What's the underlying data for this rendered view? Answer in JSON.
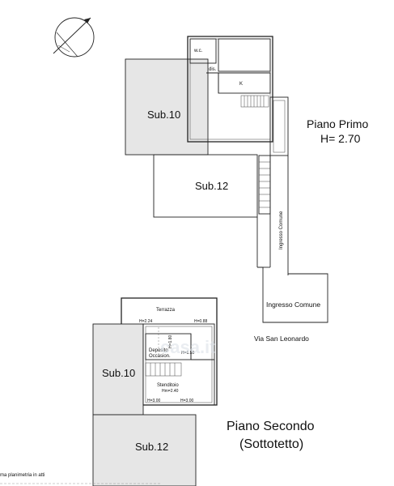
{
  "floor1": {
    "title_line1": "Piano Primo",
    "title_line2": "H= 2.70",
    "rooms": {
      "sub10": "Sub.10",
      "sub12": "Sub.12",
      "wc": "w.c.",
      "dis": "dis.",
      "k": "K"
    },
    "ingresso_vertical": "Ingresso Comune",
    "ingresso_box": "Ingresso Comune",
    "street": "Via San  Leonardo"
  },
  "floor2": {
    "title_line1": "Piano Secondo",
    "title_line2": "(Sottotetto)",
    "rooms": {
      "sub10": "Sub.10",
      "sub12": "Sub.12",
      "terrazza": "Terrazza",
      "deposito1": "Deposito",
      "deposito2": "Occasion.",
      "stenditoio": "Stenditoio",
      "stenditoio_h": "Hm=2.40"
    },
    "heights": {
      "h224": "H=2.24",
      "h088": "H=0.88",
      "h180": "H=1.80",
      "h150": "H=1.50",
      "h300a": "H=3.00",
      "h300b": "H=3.00"
    }
  },
  "footer": {
    "line1": "ma planimetria in atti"
  },
  "watermark": "casa.it"
}
